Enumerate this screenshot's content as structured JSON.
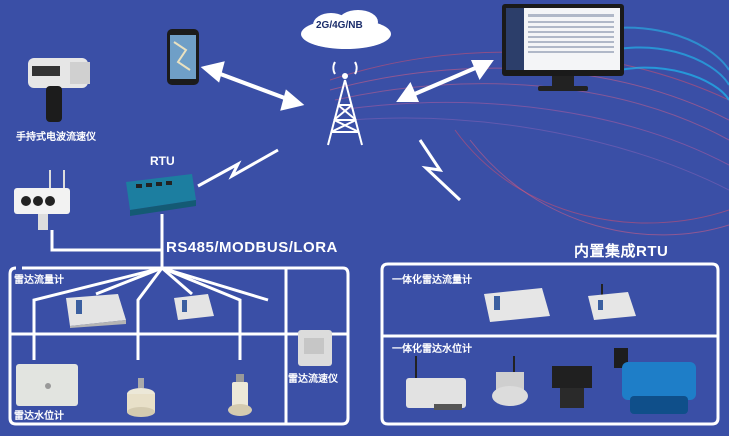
{
  "labels": {
    "network": "2G/4G/NB",
    "handheld": "手持式电波流速仪",
    "rtu": "RTU",
    "protocol": "RS485/MODBUS/LORA",
    "builtin_rtu": "内置集成RTU",
    "radar_flowmeter": "雷达流量计",
    "radar_water_level": "雷达水位计",
    "radar_velocity": "雷达流速仪",
    "integrated_flowmeter": "一体化雷达流量计",
    "integrated_water_level": "一体化雷达水位计"
  },
  "colors": {
    "background": "#3a4fa6",
    "line": "#ffffff",
    "arrow": "#ffffff",
    "swirl_red": "#e0506a",
    "swirl_blue": "#2aa8e0"
  }
}
